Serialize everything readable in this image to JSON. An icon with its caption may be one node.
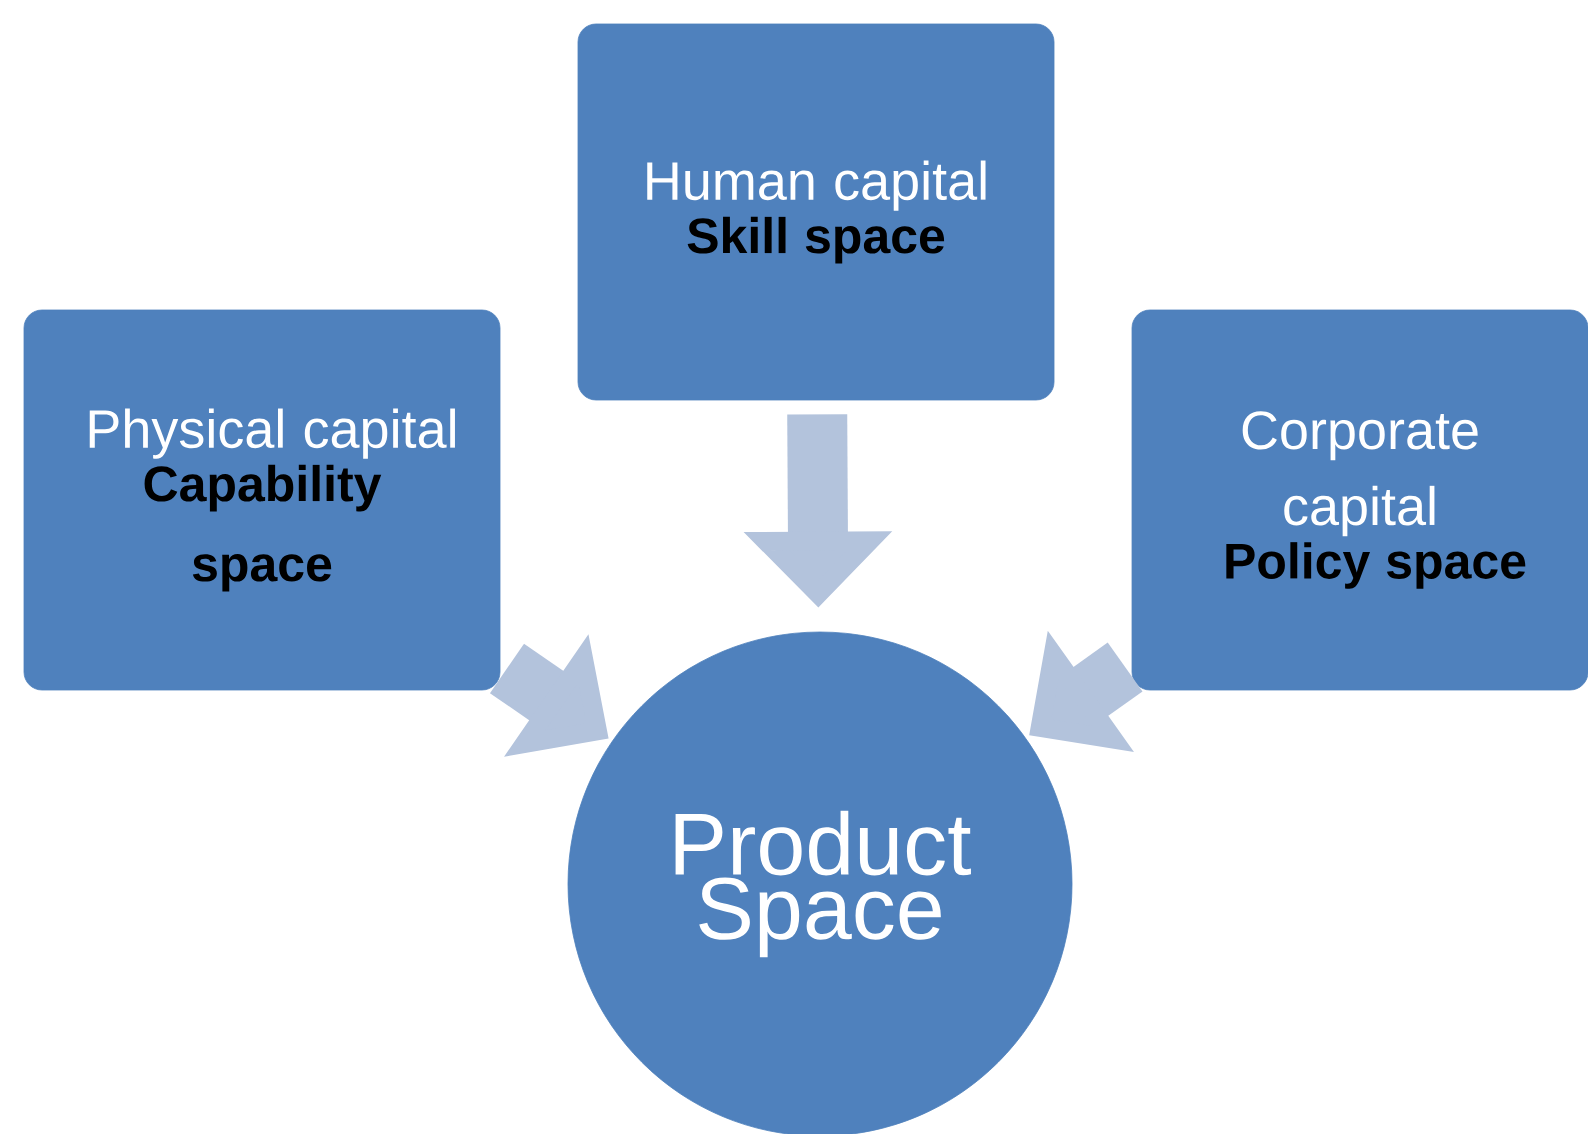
{
  "diagram": {
    "nodes": [
      {
        "text": [
          "Human capital",
          "Skill space"
        ]
      },
      {
        "text": [
          "Physical capital",
          "Capability space"
        ]
      },
      {
        "text": [
          "Corporate capital",
          "Policy space"
        ]
      },
      {
        "text": [
          "Product Space"
        ]
      }
    ],
    "edges": [
      {
        "from": 0,
        "to": 3,
        "arrow": "to"
      },
      {
        "from": 1,
        "to": 3,
        "arrow": "to"
      },
      {
        "from": 2,
        "to": 3,
        "arrow": "to"
      }
    ]
  }
}
